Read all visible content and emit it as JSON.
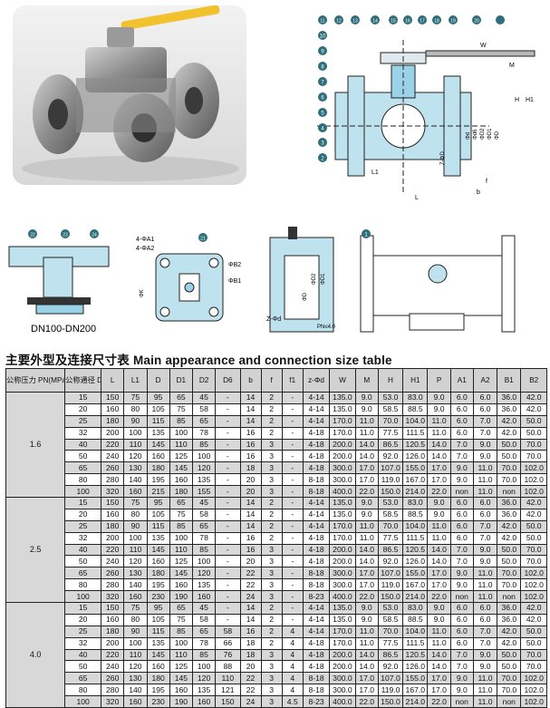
{
  "top_drawing": {
    "callouts": [
      "1",
      "2",
      "3",
      "4",
      "5",
      "6",
      "7",
      "8",
      "9",
      "10",
      "11",
      "12",
      "13",
      "14",
      "15",
      "16",
      "17",
      "18",
      "19",
      "20"
    ],
    "dims": {
      "W": "W",
      "M": "M",
      "H": "H",
      "H1": "H1",
      "L1": "L1",
      "L": "L",
      "f": "f",
      "b": "b",
      "z_phi_d": "Z-ΦD",
      "phi_d": "Φd",
      "phi_d6": "Φd6",
      "phi_d2": "ΦD2",
      "phi_d1": "ΦD1",
      "phi_D": "ΦD"
    }
  },
  "mid_drawings": {
    "caption": "DN100-DN200",
    "callouts": [
      "22",
      "23",
      "24",
      "21",
      "1"
    ],
    "labels": {
      "a1": "4-ΦA1",
      "a2": "4-ΦA2",
      "b1": "ΦB1",
      "b2": "ΦB2",
      "k": "ΦK",
      "dd": "ΦD",
      "d1": "ΦD1",
      "d2": "ΦD2",
      "z": "Z-Φd",
      "pn": "PN≤4.0"
    }
  },
  "table": {
    "title": "主要外型及连接尺寸表 Main appearance and connection size table",
    "headers": [
      "公称压力 PN(MPa)",
      "公称通径 DN(mm)",
      "L",
      "L1",
      "D",
      "D1",
      "D2",
      "D6",
      "b",
      "f",
      "f1",
      "z-Φd",
      "W",
      "M",
      "H",
      "H1",
      "P",
      "A1",
      "A2",
      "B1",
      "B2"
    ],
    "groups": [
      {
        "pn": "1.6",
        "rows": [
          [
            "15",
            "150",
            "75",
            "95",
            "65",
            "45",
            "-",
            "14",
            "2",
            "-",
            "4-14",
            "135.0",
            "9.0",
            "53.0",
            "83.0",
            "9.0",
            "6.0",
            "6.0",
            "36.0",
            "42.0"
          ],
          [
            "20",
            "160",
            "80",
            "105",
            "75",
            "58",
            "-",
            "14",
            "2",
            "-",
            "4-14",
            "135.0",
            "9.0",
            "58.5",
            "88.5",
            "9.0",
            "6.0",
            "6.0",
            "36.0",
            "42.0"
          ],
          [
            "25",
            "180",
            "90",
            "115",
            "85",
            "65",
            "-",
            "14",
            "2",
            "-",
            "4-14",
            "170.0",
            "11.0",
            "70.0",
            "104.0",
            "11.0",
            "6.0",
            "7.0",
            "42.0",
            "50.0"
          ],
          [
            "32",
            "200",
            "100",
            "135",
            "100",
            "78",
            "-",
            "16",
            "2",
            "-",
            "4-18",
            "170.0",
            "11.0",
            "77.5",
            "111.5",
            "11.0",
            "6.0",
            "7.0",
            "42.0",
            "50.0"
          ],
          [
            "40",
            "220",
            "110",
            "145",
            "110",
            "85",
            "-",
            "16",
            "3",
            "-",
            "4-18",
            "200.0",
            "14.0",
            "86.5",
            "120.5",
            "14.0",
            "7.0",
            "9.0",
            "50.0",
            "70.0"
          ],
          [
            "50",
            "240",
            "120",
            "160",
            "125",
            "100",
            "-",
            "16",
            "3",
            "-",
            "4-18",
            "200.0",
            "14.0",
            "92.0",
            "126.0",
            "14.0",
            "7.0",
            "9.0",
            "50.0",
            "70.0"
          ],
          [
            "65",
            "260",
            "130",
            "180",
            "145",
            "120",
            "-",
            "18",
            "3",
            "-",
            "4-18",
            "300.0",
            "17.0",
            "107.0",
            "155.0",
            "17.0",
            "9.0",
            "11.0",
            "70.0",
            "102.0"
          ],
          [
            "80",
            "280",
            "140",
            "195",
            "160",
            "135",
            "-",
            "20",
            "3",
            "-",
            "8-18",
            "300.0",
            "17.0",
            "119.0",
            "167.0",
            "17.0",
            "9.0",
            "11.0",
            "70.0",
            "102.0"
          ],
          [
            "100",
            "320",
            "160",
            "215",
            "180",
            "155",
            "-",
            "20",
            "3",
            "-",
            "8-18",
            "400.0",
            "22.0",
            "150.0",
            "214.0",
            "22.0",
            "non",
            "11.0",
            "non",
            "102.0"
          ]
        ]
      },
      {
        "pn": "2.5",
        "rows": [
          [
            "15",
            "150",
            "75",
            "95",
            "65",
            "45",
            "-",
            "14",
            "2",
            "-",
            "4-14",
            "135.0",
            "9.0",
            "53.0",
            "83.0",
            "9.0",
            "6.0",
            "6.0",
            "36.0",
            "42.0"
          ],
          [
            "20",
            "160",
            "80",
            "105",
            "75",
            "58",
            "-",
            "14",
            "2",
            "-",
            "4-14",
            "135.0",
            "9.0",
            "58.5",
            "88.5",
            "9.0",
            "6.0",
            "6.0",
            "36.0",
            "42.0"
          ],
          [
            "25",
            "180",
            "90",
            "115",
            "85",
            "65",
            "-",
            "14",
            "2",
            "-",
            "4-14",
            "170.0",
            "11.0",
            "70.0",
            "104.0",
            "11.0",
            "6.0",
            "7.0",
            "42.0",
            "50.0"
          ],
          [
            "32",
            "200",
            "100",
            "135",
            "100",
            "78",
            "-",
            "16",
            "2",
            "-",
            "4-18",
            "170.0",
            "11.0",
            "77.5",
            "111.5",
            "11.0",
            "6.0",
            "7.0",
            "42.0",
            "50.0"
          ],
          [
            "40",
            "220",
            "110",
            "145",
            "110",
            "85",
            "-",
            "16",
            "3",
            "-",
            "4-18",
            "200.0",
            "14.0",
            "86.5",
            "120.5",
            "14.0",
            "7.0",
            "9.0",
            "50.0",
            "70.0"
          ],
          [
            "50",
            "240",
            "120",
            "160",
            "125",
            "100",
            "-",
            "20",
            "3",
            "-",
            "4-18",
            "200.0",
            "14.0",
            "92.0",
            "126.0",
            "14.0",
            "7.0",
            "9.0",
            "50.0",
            "70.0"
          ],
          [
            "65",
            "260",
            "130",
            "180",
            "145",
            "120",
            "-",
            "22",
            "3",
            "-",
            "8-18",
            "300.0",
            "17.0",
            "107.0",
            "155.0",
            "17.0",
            "9.0",
            "11.0",
            "70.0",
            "102.0"
          ],
          [
            "80",
            "280",
            "140",
            "195",
            "160",
            "135",
            "-",
            "22",
            "3",
            "-",
            "8-18",
            "300.0",
            "17.0",
            "119.0",
            "167.0",
            "17.0",
            "9.0",
            "11.0",
            "70.0",
            "102.0"
          ],
          [
            "100",
            "320",
            "160",
            "230",
            "190",
            "160",
            "-",
            "24",
            "3",
            "-",
            "8-23",
            "400.0",
            "22.0",
            "150.0",
            "214.0",
            "22.0",
            "non",
            "11.0",
            "non",
            "102.0"
          ]
        ]
      },
      {
        "pn": "4.0",
        "rows": [
          [
            "15",
            "150",
            "75",
            "95",
            "65",
            "45",
            "-",
            "14",
            "2",
            "-",
            "4-14",
            "135.0",
            "9.0",
            "53.0",
            "83.0",
            "9.0",
            "6.0",
            "6.0",
            "36.0",
            "42.0"
          ],
          [
            "20",
            "160",
            "80",
            "105",
            "75",
            "58",
            "-",
            "14",
            "2",
            "-",
            "4-14",
            "135.0",
            "9.0",
            "58.5",
            "88.5",
            "9.0",
            "6.0",
            "6.0",
            "36.0",
            "42.0"
          ],
          [
            "25",
            "180",
            "90",
            "115",
            "85",
            "65",
            "58",
            "16",
            "2",
            "4",
            "4-14",
            "170.0",
            "11.0",
            "70.0",
            "104.0",
            "11.0",
            "6.0",
            "7.0",
            "42.0",
            "50.0"
          ],
          [
            "32",
            "200",
            "100",
            "135",
            "100",
            "78",
            "66",
            "18",
            "2",
            "4",
            "4-18",
            "170.0",
            "11.0",
            "77.5",
            "111.5",
            "11.0",
            "6.0",
            "7.0",
            "42.0",
            "50.0"
          ],
          [
            "40",
            "220",
            "110",
            "145",
            "110",
            "85",
            "76",
            "18",
            "3",
            "4",
            "4-18",
            "200.0",
            "14.0",
            "86.5",
            "120.5",
            "14.0",
            "7.0",
            "9.0",
            "50.0",
            "70.0"
          ],
          [
            "50",
            "240",
            "120",
            "160",
            "125",
            "100",
            "88",
            "20",
            "3",
            "4",
            "4-18",
            "200.0",
            "14.0",
            "92.0",
            "126.0",
            "14.0",
            "7.0",
            "9.0",
            "50.0",
            "70.0"
          ],
          [
            "65",
            "260",
            "130",
            "180",
            "145",
            "120",
            "110",
            "22",
            "3",
            "4",
            "8-18",
            "300.0",
            "17.0",
            "107.0",
            "155.0",
            "17.0",
            "9.0",
            "11.0",
            "70.0",
            "102.0"
          ],
          [
            "80",
            "280",
            "140",
            "195",
            "160",
            "135",
            "121",
            "22",
            "3",
            "4",
            "8-18",
            "300.0",
            "17.0",
            "119.0",
            "167.0",
            "17.0",
            "9.0",
            "11.0",
            "70.0",
            "102.0"
          ],
          [
            "100",
            "320",
            "160",
            "230",
            "190",
            "160",
            "150",
            "24",
            "3",
            "4.5",
            "8-23",
            "400.0",
            "22.0",
            "150.0",
            "214.0",
            "22.0",
            "non",
            "11.0",
            "non",
            "102.0"
          ]
        ]
      }
    ]
  },
  "colors": {
    "callout": "#2d6e7a",
    "part_fill": "#bfe2ef",
    "table_shade": "#d8d8d8",
    "handle": "#f2c12e"
  }
}
